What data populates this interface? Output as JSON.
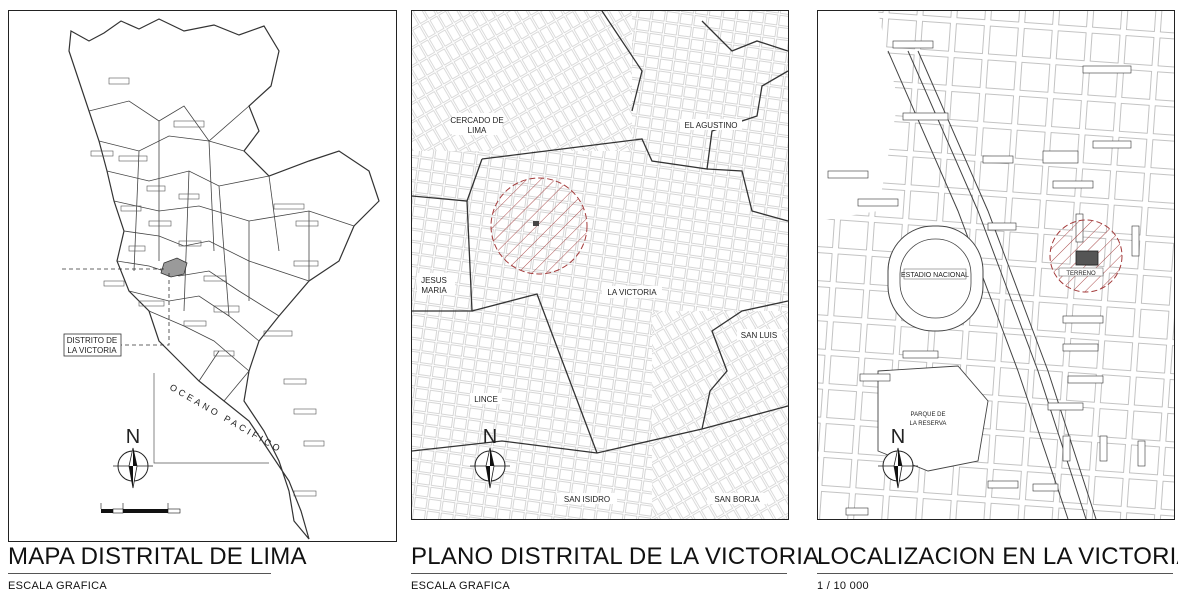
{
  "panels": [
    {
      "title": "MAPA DISTRITAL DE LIMA",
      "subtitle": "ESCALA GRAFICA",
      "north_label": "N",
      "ocean_label": "OCEANO PACIFICO",
      "highlight_label_line1": "DISTRITO DE",
      "highlight_label_line2": "LA VICTORIA"
    },
    {
      "title": "PLANO DISTRITAL DE LA VICTORIA",
      "subtitle": "ESCALA GRAFICA",
      "north_label": "N",
      "district_labels": {
        "cercado_1": "CERCADO DE",
        "cercado_2": "LIMA",
        "agustino": "EL AGUSTINO",
        "jesus_1": "JESUS",
        "jesus_2": "MARIA",
        "victoria": "LA VICTORIA",
        "san_luis": "SAN LUIS",
        "lince": "LINCE",
        "san_isidro": "SAN ISIDRO",
        "san_borja": "SAN BORJA"
      }
    },
    {
      "title": "LOCALIZACION EN LA VICTORIA",
      "subtitle": "1 / 10 000",
      "north_label": "N",
      "stadium_label": "ESTADIO NACIONAL",
      "site_label": "TERRENO",
      "park_label_1": "PARQUE DE",
      "park_label_2": "LA RESERVA"
    }
  ],
  "colors": {
    "line": "#333333",
    "highlight_gray": "#9a9a9a",
    "circle_red": "#a33a3a",
    "site_fill": "#555555"
  }
}
